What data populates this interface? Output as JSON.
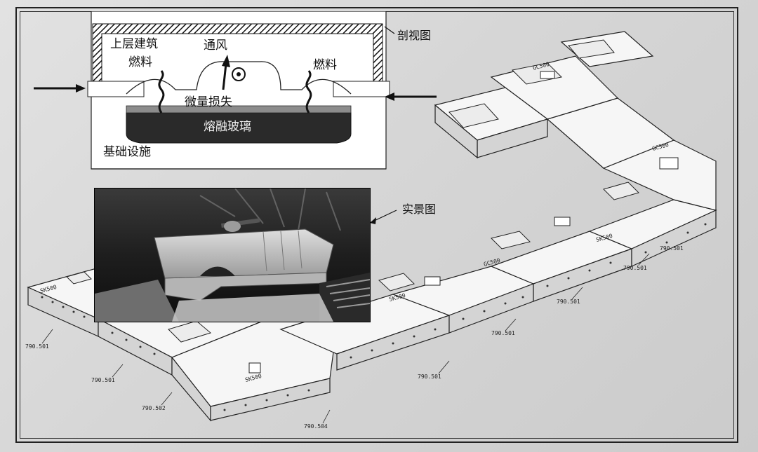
{
  "labels": {
    "upper_structure": "上层建筑",
    "fuel_left": "燃料",
    "ventilation": "通风",
    "fuel_right": "燃料",
    "micro_loss": "微量损失",
    "molten_glass": "熔融玻璃",
    "foundation": "基础设施",
    "section_view": "剖视图",
    "photo_view": "实景图"
  },
  "drawing_marks": {
    "block_codes": [
      "SK500",
      "GC500"
    ],
    "dim_tag": "790.501",
    "dim_tag_alt": "790.502",
    "dim_tag_alt2": "790.504"
  },
  "colors": {
    "paper": "#d9d9d9",
    "ink": "#111111",
    "glass": "#2a2a2a"
  }
}
